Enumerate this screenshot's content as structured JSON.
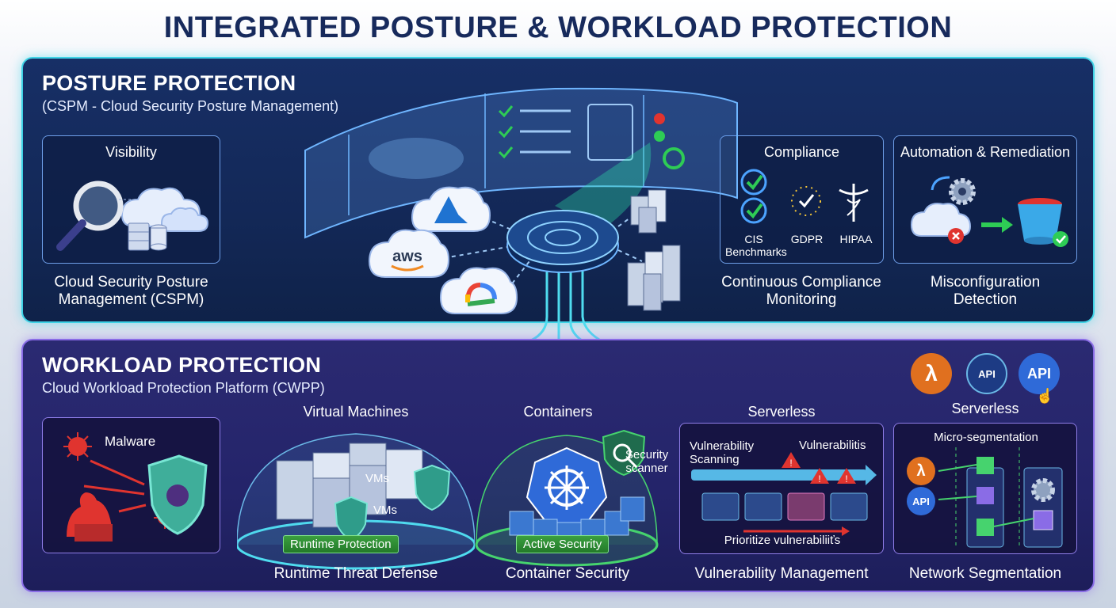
{
  "title": "INTEGRATED POSTURE & WORKLOAD PROTECTION",
  "posture": {
    "title": "POSTURE PROTECTION",
    "subtitle": "(CSPM - Cloud Security Posture Management)",
    "visibility": {
      "label": "Visibility",
      "caption_line1": "Cloud Security Posture",
      "caption_line2": "Management (CSPM)"
    },
    "compliance": {
      "label": "Compliance",
      "items": [
        "CIS Benchmarks",
        "GDPR",
        "HIPAA"
      ],
      "cis_line1": "CIS",
      "cis_line2": "Benchmarks",
      "caption_line1": "Continuous Compliance",
      "caption_line2": "Monitoring"
    },
    "automation": {
      "label": "Automation & Remediation",
      "caption_line1": "Misconfiguration",
      "caption_line2": "Detection"
    },
    "clouds": {
      "aws": "aws"
    }
  },
  "workload": {
    "title": "WORKLOAD PROTECTION",
    "subtitle": "Cloud Workload Protection Platform (CWPP)",
    "malware": {
      "label": "Malware"
    },
    "vms": {
      "label": "Virtual Machines",
      "vm_tag1": "VMs",
      "vm_tag2": "VMs",
      "badge": "Runtime Protection",
      "caption": "Runtime Threat Defense"
    },
    "containers": {
      "label": "Containers",
      "scanner_line1": "Security",
      "scanner_line2": "scanner",
      "badge": "Active Security",
      "caption": "Container Security"
    },
    "serverless": {
      "label": "Serverless",
      "scan_line1": "Vulnerability",
      "scan_line2": "Scanning",
      "vulns": "Vulnerabilitis",
      "prioritize": "Prioritize vulnerabiliiťs",
      "caption": "Vulnerability Management"
    },
    "serverless_icons": {
      "label": "Serverless",
      "api_text1": "API",
      "api_text2": "API"
    },
    "segmentation": {
      "label": "Micro-segmentation",
      "api_text": "API",
      "caption": "Network Segmentation"
    }
  },
  "colors": {
    "posture_border": "#3fd3e6",
    "workload_border": "#8a6ce6",
    "title": "#172a5c",
    "accent_green": "#2ecc55",
    "accent_red": "#e0342f",
    "accent_orange": "#f08a24"
  },
  "icons": [
    "magnifier-icon",
    "cloud-icon",
    "database-icon",
    "azure-icon",
    "aws-icon",
    "google-cloud-icon",
    "server-icon",
    "check-icon",
    "eu-stars-icon",
    "caduceus-icon",
    "gear-icon",
    "bucket-icon",
    "virus-icon",
    "hacker-icon",
    "shield-icon",
    "kubernetes-icon",
    "lambda-icon",
    "api-icon",
    "cursor-icon",
    "warning-icon",
    "cube-icon"
  ]
}
